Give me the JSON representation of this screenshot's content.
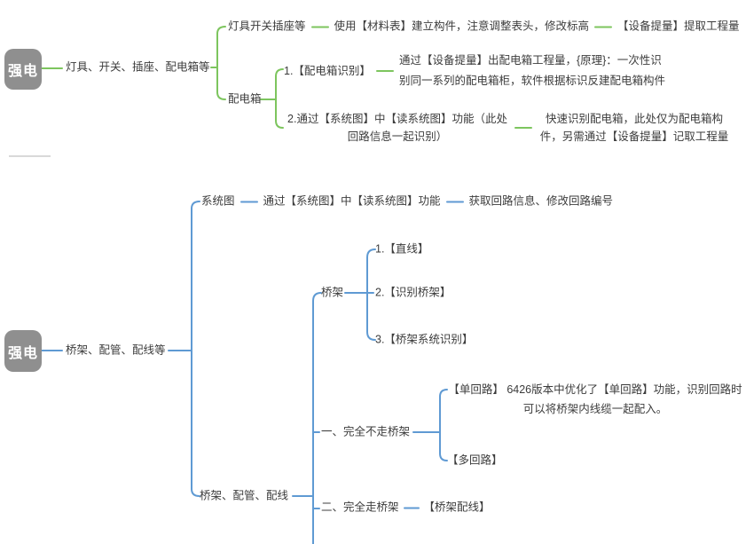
{
  "colors": {
    "green_line": "#7dc55e",
    "blue_line": "#5f9ad3",
    "root_bg": "#8f8f8f",
    "root_text": "#ffffff",
    "node_text": "#3c3c3c",
    "divider": "#d9d9d9"
  },
  "top_tree": {
    "root": "强电",
    "branch": "灯具、开关、插座、配电箱等",
    "lighting_label": "灯具开关插座等",
    "lighting_step1": "使用【材料表】建立构件，注意调整表头，修改标高",
    "lighting_step2": "【设备提量】提取工程量",
    "distribution_box_label": "配电箱",
    "method1_label": "1.【配电箱识别】",
    "method1_desc": "通过【设备提量】出配电箱工程量，{原理}：一次性识别同一系列的配电箱柜，软件根据标识反建配电箱构件",
    "method2_label": "2.通过【系统图】中【读系统图】功能（此处回路信息一起识别）",
    "method2_desc": "快速识别配电箱，此处仅为配电箱构件，另需通过【设备提量】记取工程量"
  },
  "bottom_tree": {
    "root": "强电",
    "branch": "桥架、配管、配线等",
    "system_label": "系统图",
    "system_step1": "通过【系统图】中【读系统图】功能",
    "system_step2": "获取回路信息、修改回路编号",
    "tray_group_label": "桥架、配管、配线",
    "tray_label": "桥架",
    "tray_items": [
      "1.【直线】",
      "2.【识别桥架】",
      "3.【桥架系统识别】"
    ],
    "no_tray_label": "一、完全不走桥架",
    "no_tray_single": "【单回路】 6426版本中优化了【单回路】功能，识别回路时可以将桥架内线缆一起配入。",
    "no_tray_multi": "【多回路】",
    "full_tray_label": "二、完全走桥架",
    "full_tray_item": "【桥架配线】"
  }
}
